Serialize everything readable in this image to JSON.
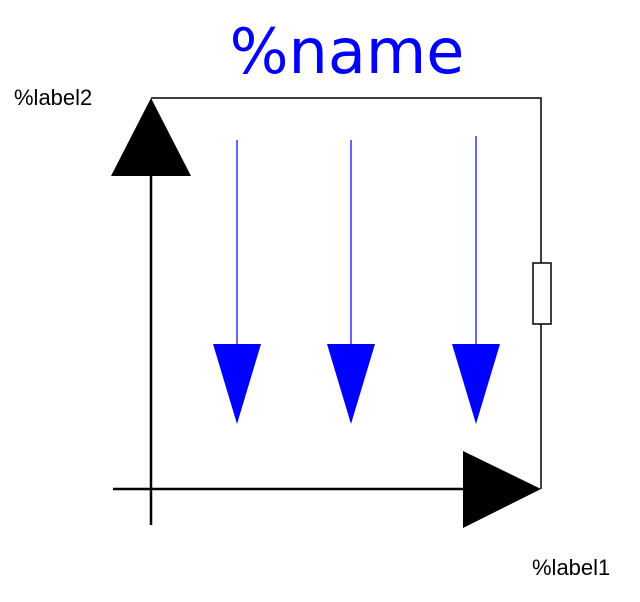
{
  "title": "%name",
  "labels": {
    "label1": "%label1",
    "label2": "%label2"
  },
  "colors": {
    "title": "#0000ff",
    "field_arrows": "#0000ff",
    "axes": "#000000",
    "background": "#ffffff"
  },
  "icons": {
    "field_arrow": "down-arrow-icon",
    "axis_arrow_x": "right-arrow-icon",
    "axis_arrow_y": "up-arrow-icon",
    "resistor": "resistor-icon"
  }
}
